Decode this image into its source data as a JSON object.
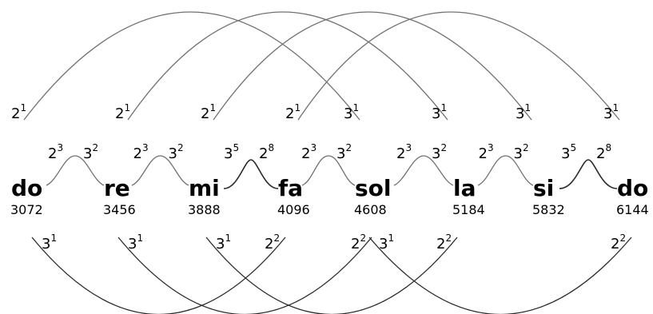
{
  "notes": [
    {
      "name": "do",
      "freq": "3072"
    },
    {
      "name": "re",
      "freq": "3456"
    },
    {
      "name": "mi",
      "freq": "3888"
    },
    {
      "name": "fa",
      "freq": "4096"
    },
    {
      "name": "sol",
      "freq": "4608"
    },
    {
      "name": "la",
      "freq": "5184"
    },
    {
      "name": "si",
      "freq": "5832"
    },
    {
      "name": "do",
      "freq": "6144"
    }
  ],
  "steps": [
    {
      "kind": "tone",
      "left": {
        "base": "2",
        "exp": "3"
      },
      "right": {
        "base": "3",
        "exp": "2"
      }
    },
    {
      "kind": "tone",
      "left": {
        "base": "2",
        "exp": "3"
      },
      "right": {
        "base": "3",
        "exp": "2"
      }
    },
    {
      "kind": "semitone",
      "left": {
        "base": "3",
        "exp": "5"
      },
      "right": {
        "base": "2",
        "exp": "8"
      }
    },
    {
      "kind": "tone",
      "left": {
        "base": "2",
        "exp": "3"
      },
      "right": {
        "base": "3",
        "exp": "2"
      }
    },
    {
      "kind": "tone",
      "left": {
        "base": "2",
        "exp": "3"
      },
      "right": {
        "base": "3",
        "exp": "2"
      }
    },
    {
      "kind": "tone",
      "left": {
        "base": "2",
        "exp": "3"
      },
      "right": {
        "base": "3",
        "exp": "2"
      }
    },
    {
      "kind": "semitone",
      "left": {
        "base": "3",
        "exp": "5"
      },
      "right": {
        "base": "2",
        "exp": "8"
      }
    }
  ],
  "top_arcs": {
    "left_label": {
      "base": "2",
      "exp": "1"
    },
    "right_label": {
      "base": "3",
      "exp": "1"
    },
    "count": 4
  },
  "bottom_arcs": [
    {
      "from": 0,
      "to": 3,
      "left": {
        "base": "3",
        "exp": "1"
      },
      "right": {
        "base": "2",
        "exp": "2"
      }
    },
    {
      "from": 1,
      "to": 4,
      "left": {
        "base": "3",
        "exp": "1"
      },
      "right": {
        "base": "2",
        "exp": "2"
      }
    },
    {
      "from": 2,
      "to": 5,
      "left": {
        "base": "3",
        "exp": "1"
      },
      "right": {
        "base": "2",
        "exp": "2"
      }
    },
    {
      "from": 4,
      "to": 7,
      "left": {
        "base": "3",
        "exp": "1"
      },
      "right": {
        "base": "2",
        "exp": "2"
      }
    }
  ]
}
